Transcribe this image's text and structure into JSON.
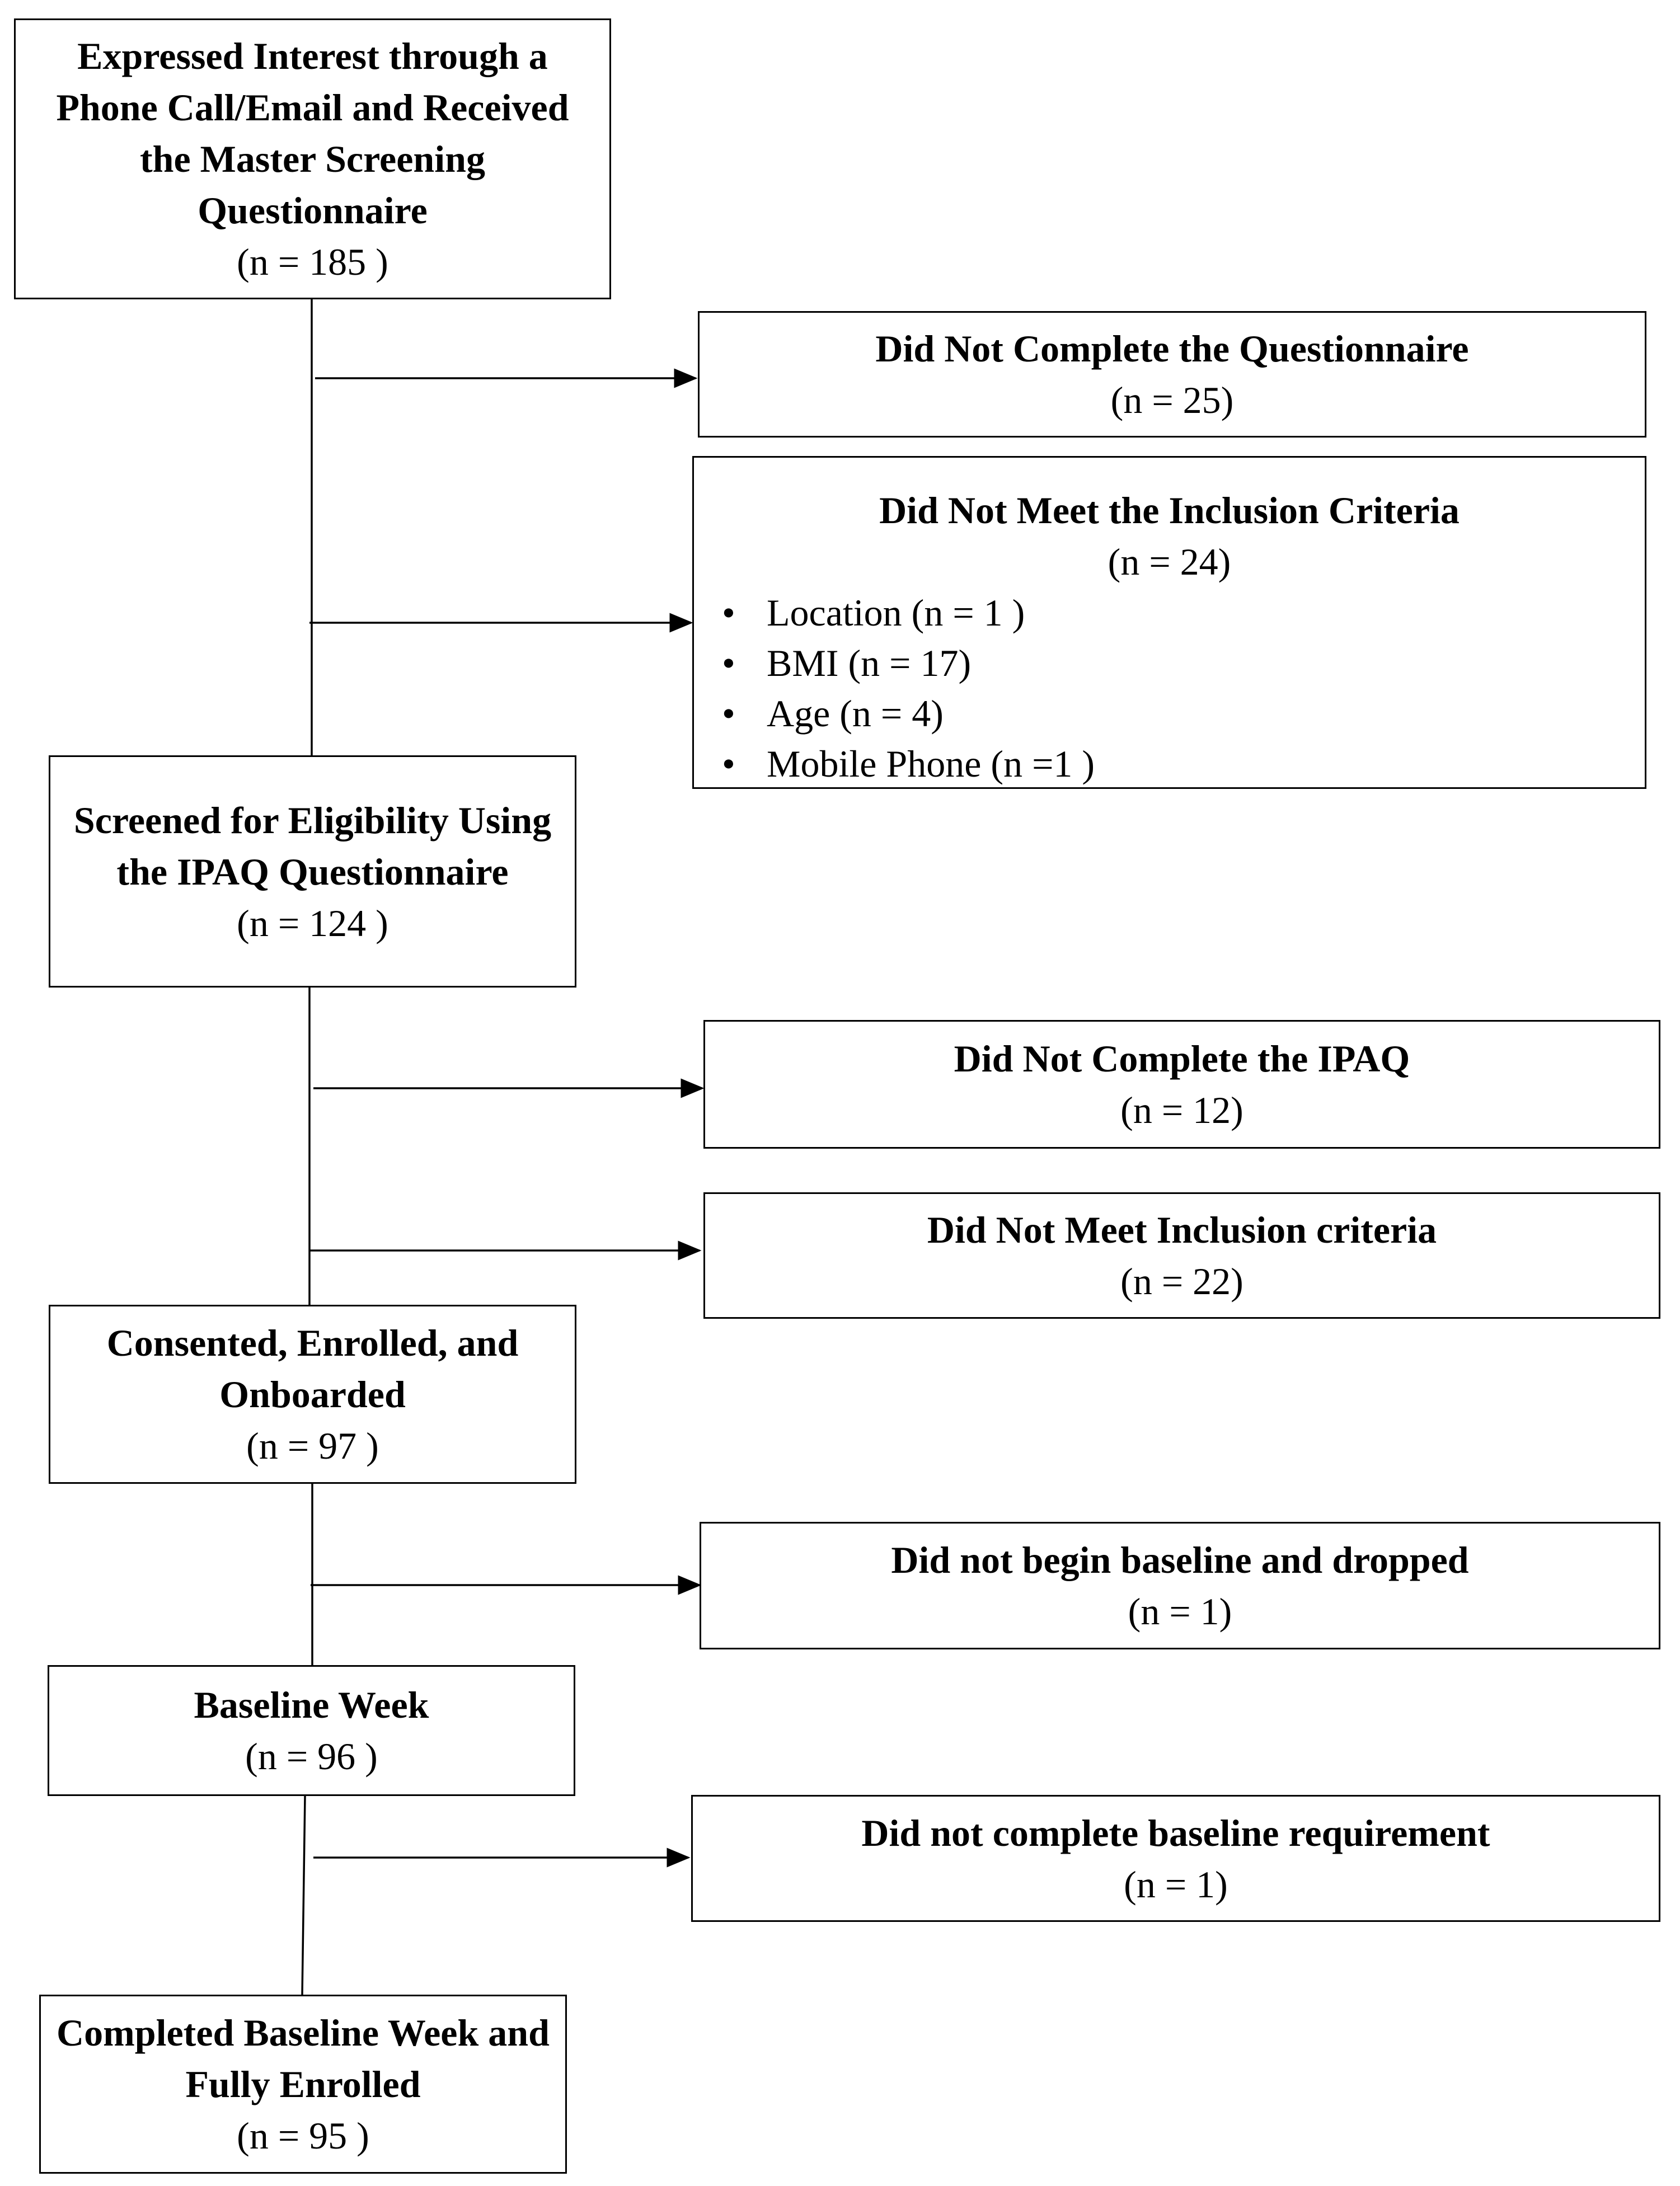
{
  "boxes": {
    "expressed_interest": {
      "title": "Expressed Interest through a Phone Call/Email and Received the Master Screening Questionnaire",
      "count": "(n = 185 )"
    },
    "did_not_complete_questionnaire": {
      "title": "Did Not Complete the Questionnaire",
      "count": "(n = 25)"
    },
    "did_not_meet_inclusion_criteria": {
      "title": "Did Not Meet the Inclusion Criteria",
      "count": "(n = 24)",
      "items": [
        "Location (n = 1 )",
        "BMI (n = 17)",
        "Age (n = 4)",
        "Mobile Phone (n =1 )"
      ]
    },
    "screened_for_eligibility": {
      "title": "Screened for Eligibility Using the IPAQ Questionnaire",
      "count": "(n = 124 )"
    },
    "did_not_complete_ipaq": {
      "title": "Did Not Complete the IPAQ",
      "count": "(n = 12)"
    },
    "did_not_meet_inclusion_criteria_2": {
      "title": "Did Not Meet Inclusion criteria",
      "count": "(n = 22)"
    },
    "consented_enrolled": {
      "title": "Consented, Enrolled, and Onboarded",
      "count": "(n = 97 )"
    },
    "did_not_begin_baseline": {
      "title": "Did not begin baseline and dropped",
      "count": "(n = 1)"
    },
    "baseline_week": {
      "title": "Baseline Week",
      "count": "(n = 96 )"
    },
    "did_not_complete_baseline": {
      "title": "Did not complete baseline requirement",
      "count": "(n = 1)"
    },
    "completed_baseline": {
      "title": "Completed Baseline Week and Fully Enrolled",
      "count": "(n = 95 )"
    }
  }
}
